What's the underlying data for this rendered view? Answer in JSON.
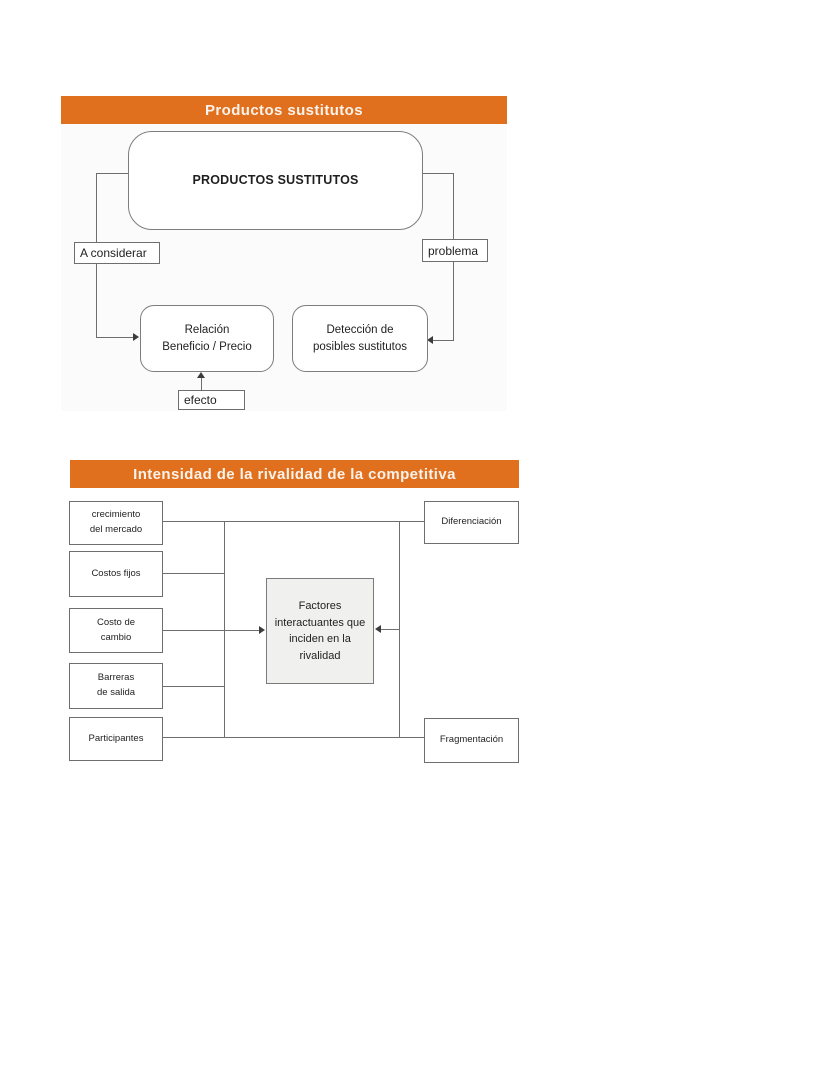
{
  "colors": {
    "banner_orange": "#E0701E",
    "banner_text": "#FBF3EB",
    "line_gray": "#6E6E6E",
    "box_border_gray": "#7D7D7D",
    "center_box_fill": "#F0F0EF",
    "text_dark": "#1F1F1F",
    "page_background": "#FFFFFF"
  },
  "diagram1": {
    "banner_title": "Productos sustitutos",
    "main_box_label": "PRODUCTOS SUSTITUTOS",
    "left_connector_tag": "A considerar",
    "right_connector_tag": "problema",
    "benefit_price_node": "Relación\nBeneficio / Precio",
    "detection_node": "Detección de\nposibles sustitutos",
    "effect_tag": "efecto"
  },
  "diagram2": {
    "banner_title": "Intensidad de la rivalidad de la competitiva",
    "left_boxes": [
      {
        "label": "crecimiento\ndel mercado"
      },
      {
        "label": "Costos fijos"
      },
      {
        "label": "Costo de\ncambio"
      },
      {
        "label": "Barreras\nde salida"
      },
      {
        "label": "Participantes"
      }
    ],
    "center_box_label": "Factores\ninteractuantes que\ninciden en la\nrivalidad",
    "right_boxes": [
      {
        "label": "Diferenciación"
      },
      {
        "label": "Fragmentación"
      }
    ]
  }
}
